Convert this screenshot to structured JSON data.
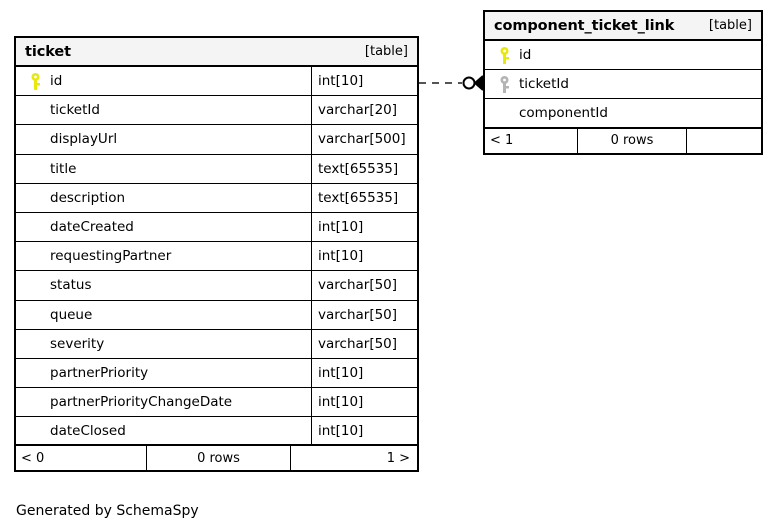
{
  "diagram": {
    "caption": "Generated by SchemaSpy",
    "kind_label": "[table]"
  },
  "tables": [
    {
      "name": "ticket",
      "kind": "[table]",
      "columns": [
        {
          "key": "primary",
          "name": "id",
          "type": "int[10]"
        },
        {
          "key": "none",
          "name": "ticketId",
          "type": "varchar[20]"
        },
        {
          "key": "none",
          "name": "displayUrl",
          "type": "varchar[500]"
        },
        {
          "key": "none",
          "name": "title",
          "type": "text[65535]"
        },
        {
          "key": "none",
          "name": "description",
          "type": "text[65535]"
        },
        {
          "key": "none",
          "name": "dateCreated",
          "type": "int[10]"
        },
        {
          "key": "none",
          "name": "requestingPartner",
          "type": "int[10]"
        },
        {
          "key": "none",
          "name": "status",
          "type": "varchar[50]"
        },
        {
          "key": "none",
          "name": "queue",
          "type": "varchar[50]"
        },
        {
          "key": "none",
          "name": "severity",
          "type": "varchar[50]"
        },
        {
          "key": "none",
          "name": "partnerPriority",
          "type": "int[10]"
        },
        {
          "key": "none",
          "name": "partnerPriorityChangeDate",
          "type": "int[10]"
        },
        {
          "key": "none",
          "name": "dateClosed",
          "type": "int[10]"
        }
      ],
      "footer": {
        "left": "< 0",
        "middle": "0 rows",
        "right": "1 >"
      }
    },
    {
      "name": "component_ticket_link",
      "kind": "[table]",
      "columns": [
        {
          "key": "primary",
          "name": "id",
          "type": ""
        },
        {
          "key": "foreign",
          "name": "ticketId",
          "type": ""
        },
        {
          "key": "none",
          "name": "componentId",
          "type": ""
        }
      ],
      "footer": {
        "left": "< 1",
        "middle": "0 rows",
        "right": ""
      }
    }
  ],
  "colors": {
    "primary_key": "#e8e80d",
    "foreign_key": "#b4b4b4",
    "border": "#000000",
    "header_bg": "#f4f4f4",
    "canvas_bg": "#ffffff"
  },
  "relationship": {
    "from_table": "ticket",
    "from_column": "id",
    "to_table": "component_ticket_link",
    "to_column": "ticketId",
    "line_style": "dashed",
    "source_cardinality": "zero-or-one",
    "target_cardinality": "many"
  }
}
